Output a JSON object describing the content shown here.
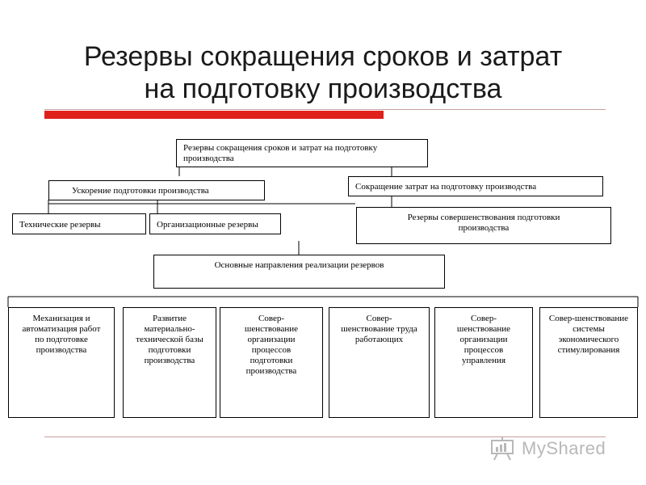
{
  "title": {
    "line1": "Резервы сокращения сроков и затрат",
    "line2": "на подготовку производства"
  },
  "colors": {
    "accent": "#e0201b",
    "rule": "#c8a0a0",
    "logo": "#b8b8b8"
  },
  "diagram": {
    "root": "Резервы сокращения сроков и затрат на подготовку производства",
    "accel": "Ускорение подготовки производства",
    "cost": "Сокращение затрат на подготовку производства",
    "tech": "Технические резервы",
    "org": "Организационные резервы",
    "improve": "Резервы совершенствования подготовки производства",
    "main": "Основные направления реализации резервов",
    "leaves": [
      "Механизация и автоматизация работ по подготовке производства",
      "Развитие материально-технической базы подготовки производства",
      "Совер-шенствование организации процессов подготовки производства",
      "Совер-шенствование труда работающих",
      "Совер-шенствование организации процессов управления",
      "Совер-шенствование системы экономического стимулирования"
    ]
  },
  "logo": {
    "text": "MyShared",
    "icon": "presentation-board-icon"
  }
}
